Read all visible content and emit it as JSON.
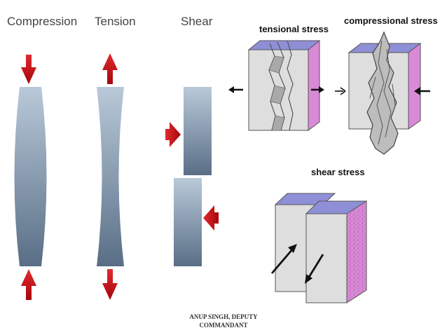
{
  "conditions": {
    "compression": "Compression",
    "tension": "Tension",
    "shear": "Shear"
  },
  "stress_labels": {
    "tensional": "tensional stress",
    "compressional": "compressional stress",
    "shear": "shear stress"
  },
  "footer": {
    "line1": "ANUP  SINGH, DEPUTY",
    "line2": "COMMANDANT"
  },
  "colors": {
    "arrow_red": "#c8151b",
    "bar_top": "#b6c6d6",
    "bar_bottom": "#5a6f86",
    "block_face": "#dedede",
    "block_top": "#8f8fd8",
    "block_side": "#d98ad6"
  }
}
